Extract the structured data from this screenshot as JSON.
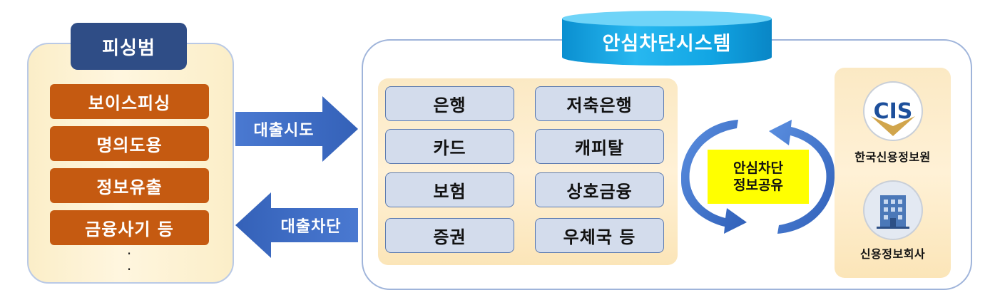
{
  "left": {
    "title": "피싱범",
    "items": [
      "보이스피싱",
      "명의도용",
      "정보유출",
      "금융사기 등"
    ],
    "dots": "·\n·"
  },
  "arrows": {
    "to_right": "대출시도",
    "to_left": "대출차단"
  },
  "system": {
    "title": "안심차단시스템",
    "institutions": [
      [
        "은행",
        "저축은행"
      ],
      [
        "카드",
        "캐피탈"
      ],
      [
        "보험",
        "상호금융"
      ],
      [
        "증권",
        "우체국 등"
      ]
    ],
    "share_line1": "안심차단",
    "share_line2": "정보공유",
    "cis_logo_text": "CIS",
    "org1": "한국신용정보원",
    "org2": "신용정보회사"
  },
  "colors": {
    "navy": "#2f4d86",
    "orange": "#c55a11",
    "arrow_blue": "#3d6cc6",
    "cylinder_cyan": "#11a9e6",
    "highlight_yellow": "#ffff00"
  }
}
